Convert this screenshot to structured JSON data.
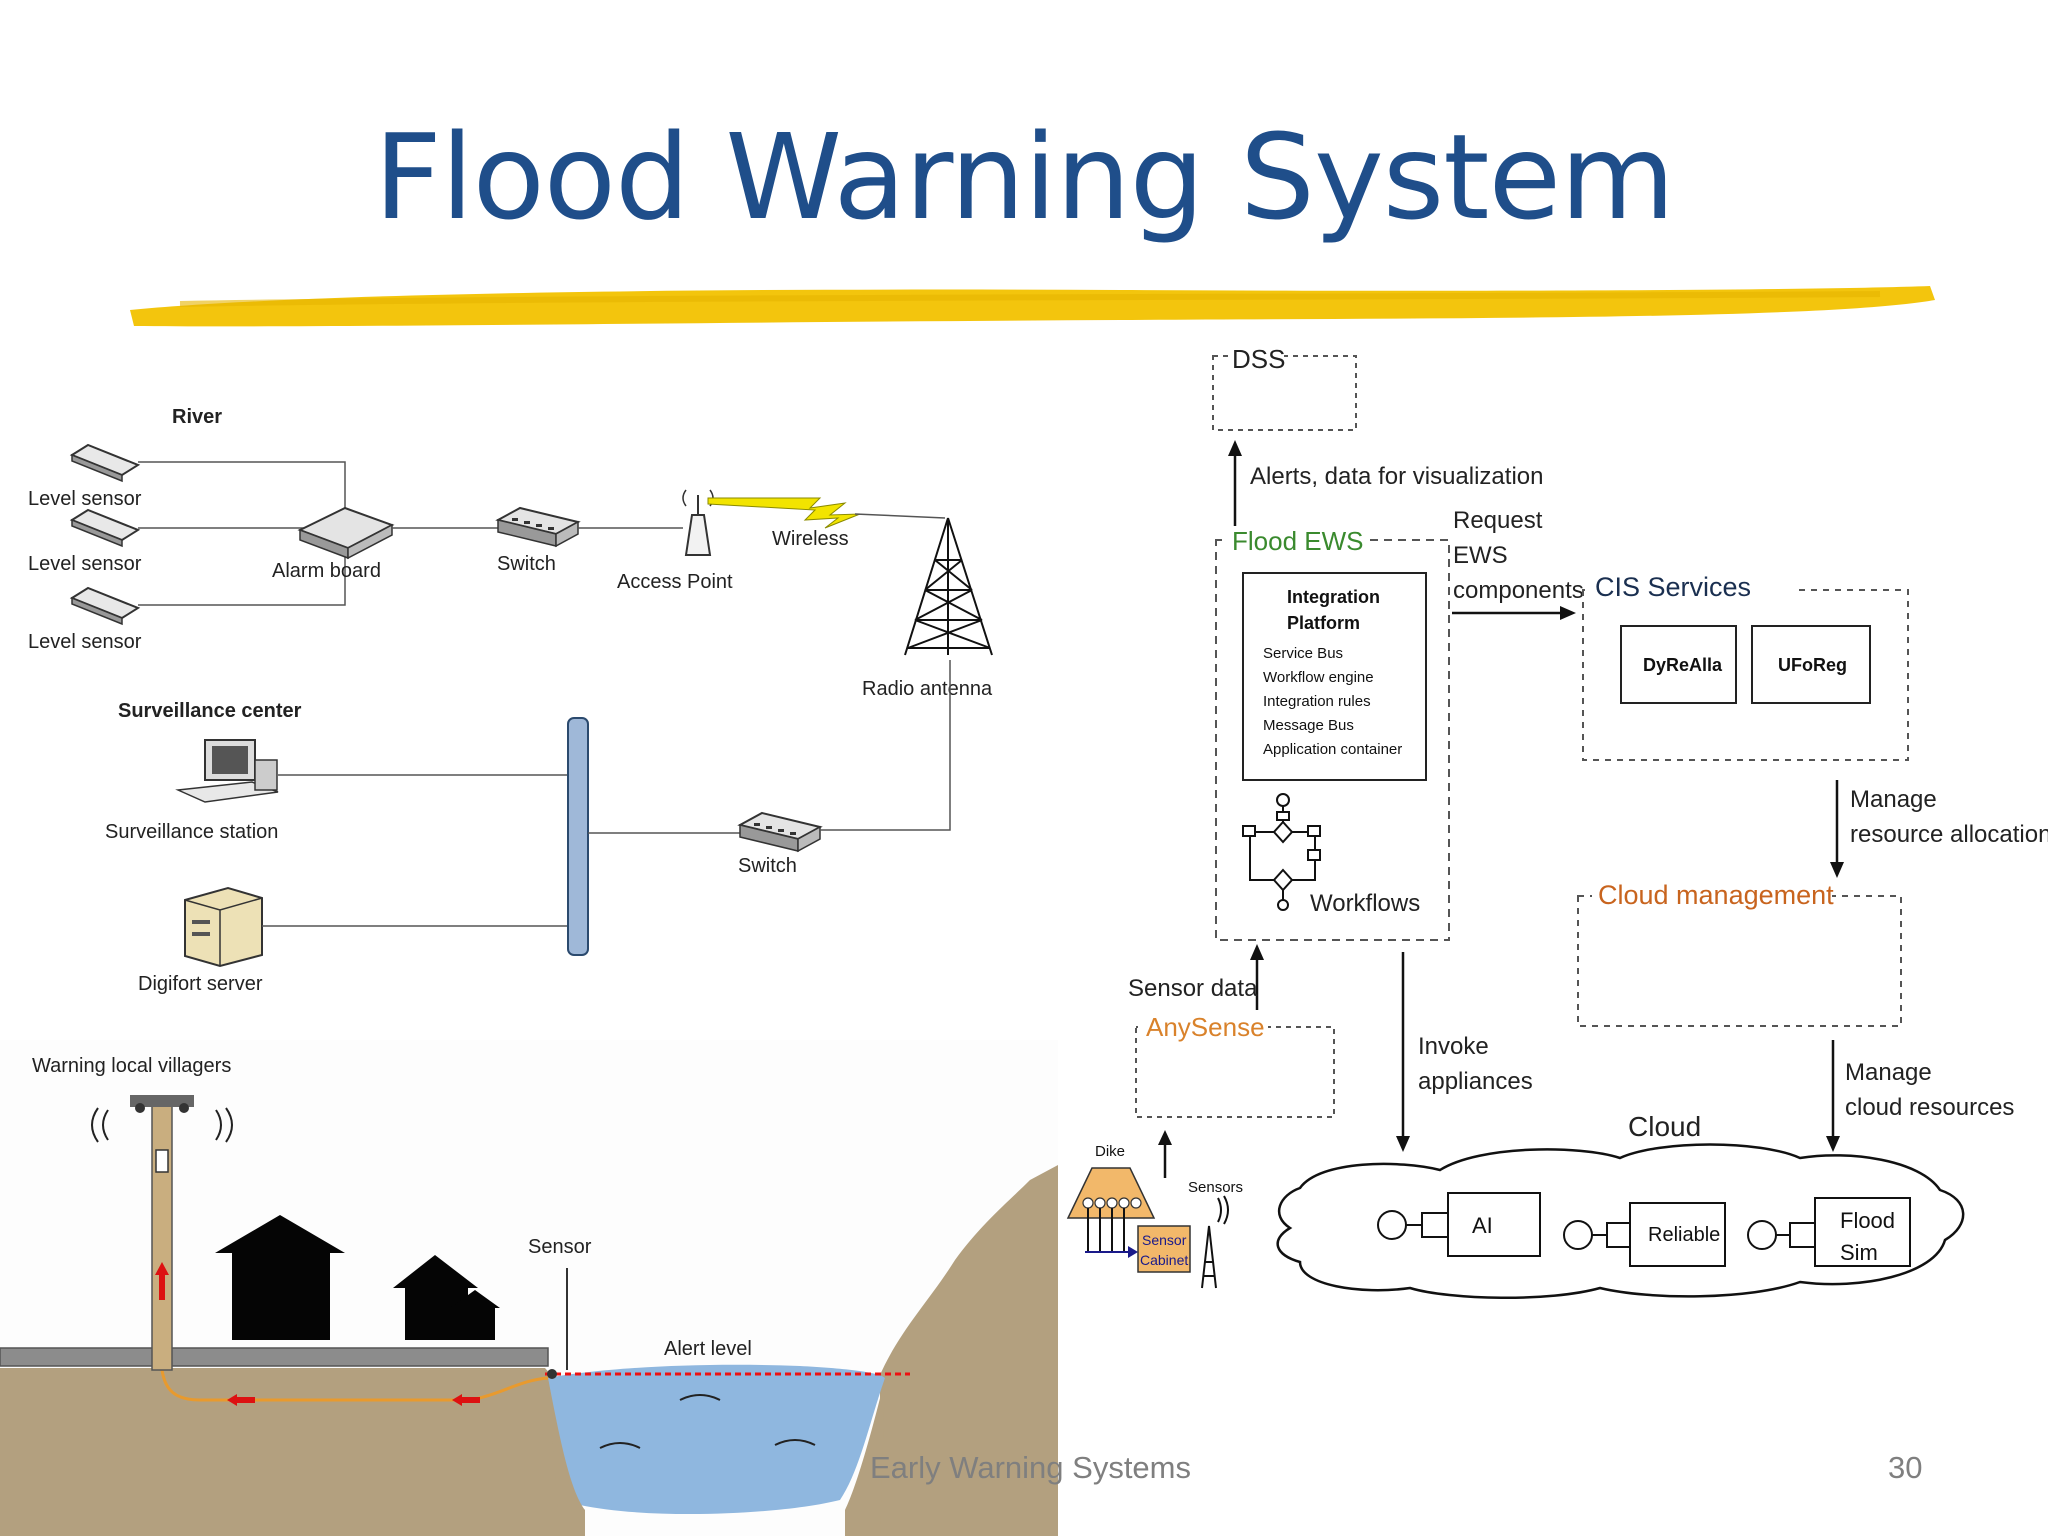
{
  "slide": {
    "title": "Flood Warning System",
    "footer": "Early Warning Systems",
    "page_number": "30",
    "title_color": "#1f4e8a",
    "accent_color": "#f2c200"
  },
  "network": {
    "river": "River",
    "level_sensor_1": "Level sensor",
    "level_sensor_2": "Level sensor",
    "level_sensor_3": "Level sensor",
    "alarm_board": "Alarm board",
    "switch_top": "Switch",
    "access_point": "Access Point",
    "wireless": "Wireless",
    "radio_antenna": "Radio antenna",
    "surveillance_center": "Surveillance center",
    "surveillance_station": "Surveillance station",
    "switch_bottom": "Switch",
    "digifort_server": "Digifort server"
  },
  "village": {
    "warning": "Warning local villagers",
    "sensor": "Sensor",
    "alert_level": "Alert level"
  },
  "architecture": {
    "dss": "DSS",
    "alerts_label": "Alerts, data for visualization",
    "flood_ews": "Flood EWS",
    "request_line1": "Request",
    "request_line2": "EWS",
    "request_line3": "components",
    "integration_title1": "Integration",
    "integration_title2": "Platform",
    "integration_items": [
      "Service Bus",
      "Workflow engine",
      "Integration rules",
      "Message Bus",
      "Application container"
    ],
    "workflows": "Workflows",
    "cis_services": "CIS Services",
    "dyrealla": "DyReAlla",
    "uforeg": "UFoReg",
    "manage_alloc1": "Manage",
    "manage_alloc2": "resource allocation",
    "cloud_management": "Cloud management",
    "sensor_data": "Sensor data",
    "anysense": "AnySense",
    "invoke1": "Invoke",
    "invoke2": "appliances",
    "manage_cloud1": "Manage",
    "manage_cloud2": "cloud resources",
    "cloud": "Cloud",
    "dike": "Dike",
    "sensors": "Sensors",
    "sensor_cabinet1": "Sensor",
    "sensor_cabinet2": "Cabinet",
    "app_ai": "AI",
    "app_reliable": "Reliable",
    "app_flood1": "Flood",
    "app_flood2": "Sim",
    "flood_ews_color": "#3a8a2e",
    "anysense_color": "#d9822b",
    "cloud_mgmt_color": "#c8641e"
  }
}
